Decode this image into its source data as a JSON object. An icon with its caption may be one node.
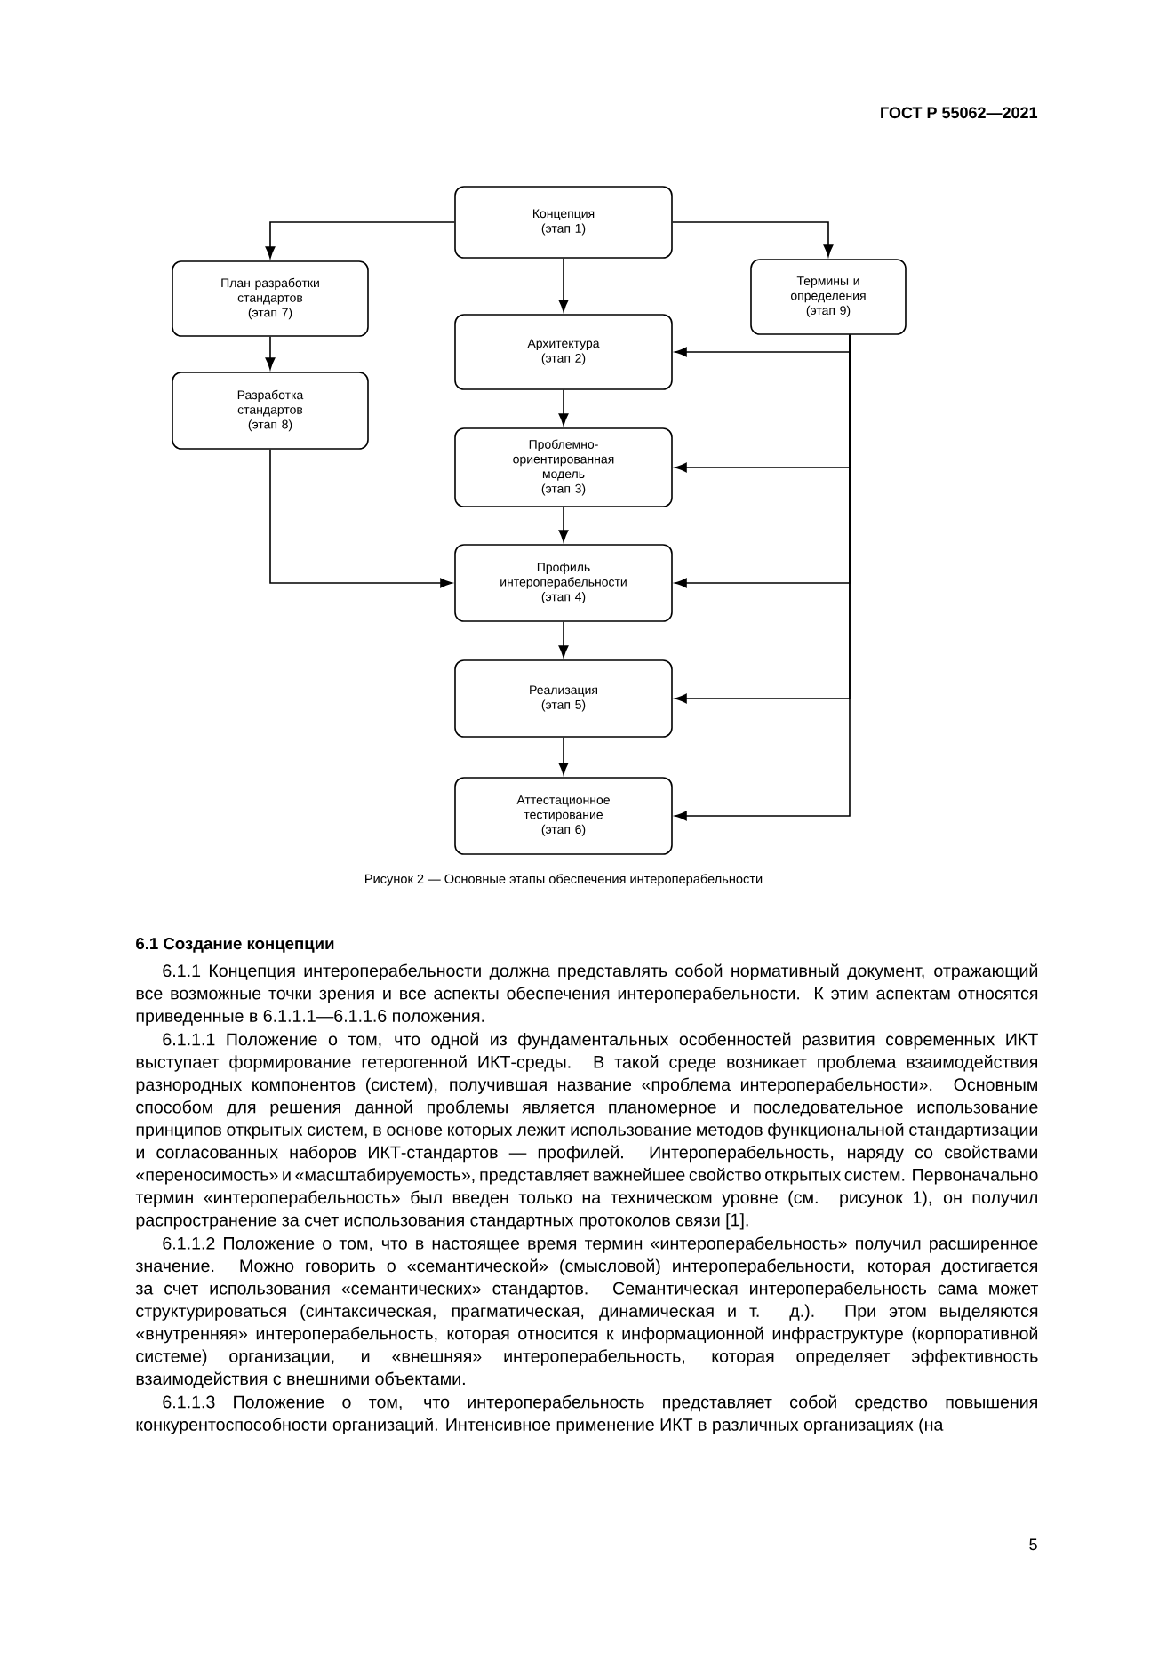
{
  "diagram": {
    "caption": "Рисунок 2 — Основные этапы обеспечения интероперабельности",
    "nodes": [
      {
        "text": [
          "Концепция",
          "(этап 1)"
        ]
      },
      {
        "text": [
          "План разработки стандартов",
          "(этап 7)"
        ]
      },
      {
        "text": [
          "Термины и определения",
          "(этап 9)"
        ]
      },
      {
        "text": [
          "Архитектура",
          "(этап 2)"
        ]
      },
      {
        "text": [
          "Разработка стандартов",
          "(этап 8)"
        ]
      },
      {
        "text": [
          "Проблемно-ориентированная модель",
          "(этап 3)"
        ]
      },
      {
        "text": [
          "Профиль интероперабельности",
          "(этап 4)"
        ]
      },
      {
        "text": [
          "Реализация",
          "(этап 5)"
        ]
      },
      {
        "text": [
          "Аттестационное тестирование",
          "(этап 6)"
        ]
      }
    ],
    "edges": [
      {
        "from": 0,
        "to": 1,
        "arrow": "to"
      },
      {
        "from": 0,
        "to": 2,
        "arrow": "to"
      },
      {
        "from": 0,
        "to": 3,
        "arrow": "to"
      },
      {
        "from": 1,
        "to": 4,
        "arrow": "to"
      },
      {
        "from": 3,
        "to": 5,
        "arrow": "to"
      },
      {
        "from": 5,
        "to": 6,
        "arrow": "to"
      },
      {
        "from": 4,
        "to": 6,
        "arrow": "to"
      },
      {
        "from": 6,
        "to": 7,
        "arrow": "to"
      },
      {
        "from": 7,
        "to": 8,
        "arrow": "to"
      },
      {
        "from": 2,
        "to": 3,
        "arrow": "to"
      },
      {
        "from": 2,
        "to": 5,
        "arrow": "to"
      },
      {
        "from": 2,
        "to": 6,
        "arrow": "to"
      },
      {
        "from": 2,
        "to": 7,
        "arrow": "to"
      },
      {
        "from": 2,
        "to": 8,
        "arrow": "to"
      }
    ],
    "labels": [
      "ГОСТ Р 55062—2021",
      "6.1 Создание концепции",
      "6.1.1 Концепция интероперабельности должна представлять собой нормативный документ, отражающий все возможные точки зрения и все аспекты обеспечения интероперабельности. К этим аспектам относятся приведенные в 6.1.1.1—6.1.1.6 положения.",
      "6.1.1.1 Положение о том, что одной из фундаментальных особенностей развития современных ИКТ выступает формирование гетерогенной ИКТ-среды. В такой среде возникает проблема взаимодействия разнородных компонентов (систем), получившая название «проблема интероперабельности». Основным способом для решения данной проблемы является планомерное и последовательное использование принципов открытых систем, в основе которых лежит использование методов функциональной стандартизации и согласованных наборов ИКТ-стандартов — профилей. Интероперабельность, наряду со свойствами «переносимость» и «масштабируемость», представляет важнейшее свойство открытых систем. Первоначально термин «интероперабельность» был введен только на техническом уровне (см. рисунок 1), он получил распространение за счет использования стандартных протоколов связи [1].",
      "6.1.1.2 Положение о том, что в настоящее время термин «интероперабельность» получил расширенное значение. Можно говорить о «семантической» (смысловой) интероперабельности, которая достигается за счет использования «семантических» стандартов. Семантическая интероперабельность сама может структурироваться (синтаксическая, прагматическая, динамическая и т. д.). При этом выделяются «внутренняя» интероперабельность, которая относится к информационной инфраструктуре (корпоративной системе) организации, и «внешняя» интероперабельность, которая определяет эффективность взаимодействия с внешними объектами.",
      "6.1.1.3 Положение о том, что интероперабельность представляет собой средство повышения конкурентоспособности организаций. Интенсивное применение ИКТ в различных организациях (на",
      "5"
    ]
  }
}
